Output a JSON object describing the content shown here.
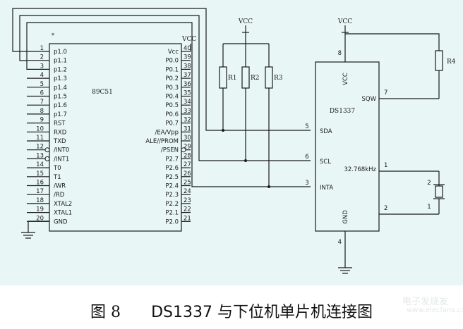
{
  "mcu": {
    "name": "89C51",
    "left_pins": [
      {
        "num": "1",
        "label": "p1.0"
      },
      {
        "num": "2",
        "label": "p1.1"
      },
      {
        "num": "3",
        "label": "p1.2"
      },
      {
        "num": "4",
        "label": "p1.3"
      },
      {
        "num": "5",
        "label": "p1.4"
      },
      {
        "num": "6",
        "label": "p1.5"
      },
      {
        "num": "7",
        "label": "p1.6"
      },
      {
        "num": "8",
        "label": "p1.7"
      },
      {
        "num": "9",
        "label": "RST"
      },
      {
        "num": "10",
        "label": "RXD"
      },
      {
        "num": "11",
        "label": "TXD"
      },
      {
        "num": "12",
        "label": "/INT0"
      },
      {
        "num": "13",
        "label": "/INT1"
      },
      {
        "num": "14",
        "label": "T0"
      },
      {
        "num": "15",
        "label": "T1"
      },
      {
        "num": "16",
        "label": "/WR"
      },
      {
        "num": "17",
        "label": "/RD"
      },
      {
        "num": "18",
        "label": "XTAL2"
      },
      {
        "num": "19",
        "label": "XTAL1"
      },
      {
        "num": "20",
        "label": "GND"
      }
    ],
    "right_pins": [
      {
        "num": "40",
        "label": "Vcc"
      },
      {
        "num": "39",
        "label": "P0.0"
      },
      {
        "num": "38",
        "label": "P0.1"
      },
      {
        "num": "37",
        "label": "P0.2"
      },
      {
        "num": "36",
        "label": "P0.3"
      },
      {
        "num": "35",
        "label": "P0.4"
      },
      {
        "num": "34",
        "label": "P0.5"
      },
      {
        "num": "33",
        "label": "P0.6"
      },
      {
        "num": "32",
        "label": "P0.7"
      },
      {
        "num": "31",
        "label": "/EA/Vpp"
      },
      {
        "num": "30",
        "label": "ALE//PROM"
      },
      {
        "num": "29",
        "label": "/PSEN"
      },
      {
        "num": "28",
        "label": "P2.7"
      },
      {
        "num": "27",
        "label": "P2.6"
      },
      {
        "num": "26",
        "label": "P2.5"
      },
      {
        "num": "25",
        "label": "P2.4"
      },
      {
        "num": "24",
        "label": "P2.3"
      },
      {
        "num": "23",
        "label": "P2.2"
      },
      {
        "num": "22",
        "label": "P2.1"
      },
      {
        "num": "21",
        "label": "P2.0"
      }
    ],
    "vcc_label": "VCC"
  },
  "rtc": {
    "name": "DS1337",
    "vcc_label": "VCC",
    "vcc_pin": "8",
    "pins": {
      "sda": {
        "num": "5",
        "label": "SDA"
      },
      "scl": {
        "num": "6",
        "label": "SCL"
      },
      "inta": {
        "num": "3",
        "label": "INTA"
      },
      "sqw": {
        "num": "7",
        "label": "SQW"
      },
      "x1": {
        "num": "1",
        "label": "32.768kHz"
      },
      "x2": {
        "num": "2"
      },
      "gnd": {
        "num": "4",
        "label": "GND"
      }
    }
  },
  "resistors": [
    "R1",
    "R2",
    "R3",
    "R4"
  ],
  "pullup_vcc_label": "VCC",
  "rtc_vcc_label": "VCC",
  "crystal": {
    "pin_top": "2",
    "pin_bottom": "1"
  },
  "caption": {
    "figure": "图 8",
    "title": "DS1337 与下位机单片机连接图"
  },
  "watermark": {
    "line1": "电子发烧友",
    "line2": "www.elecfans.com"
  },
  "colors": {
    "background": "#e8f6f5",
    "line": "#1a1a1a"
  }
}
